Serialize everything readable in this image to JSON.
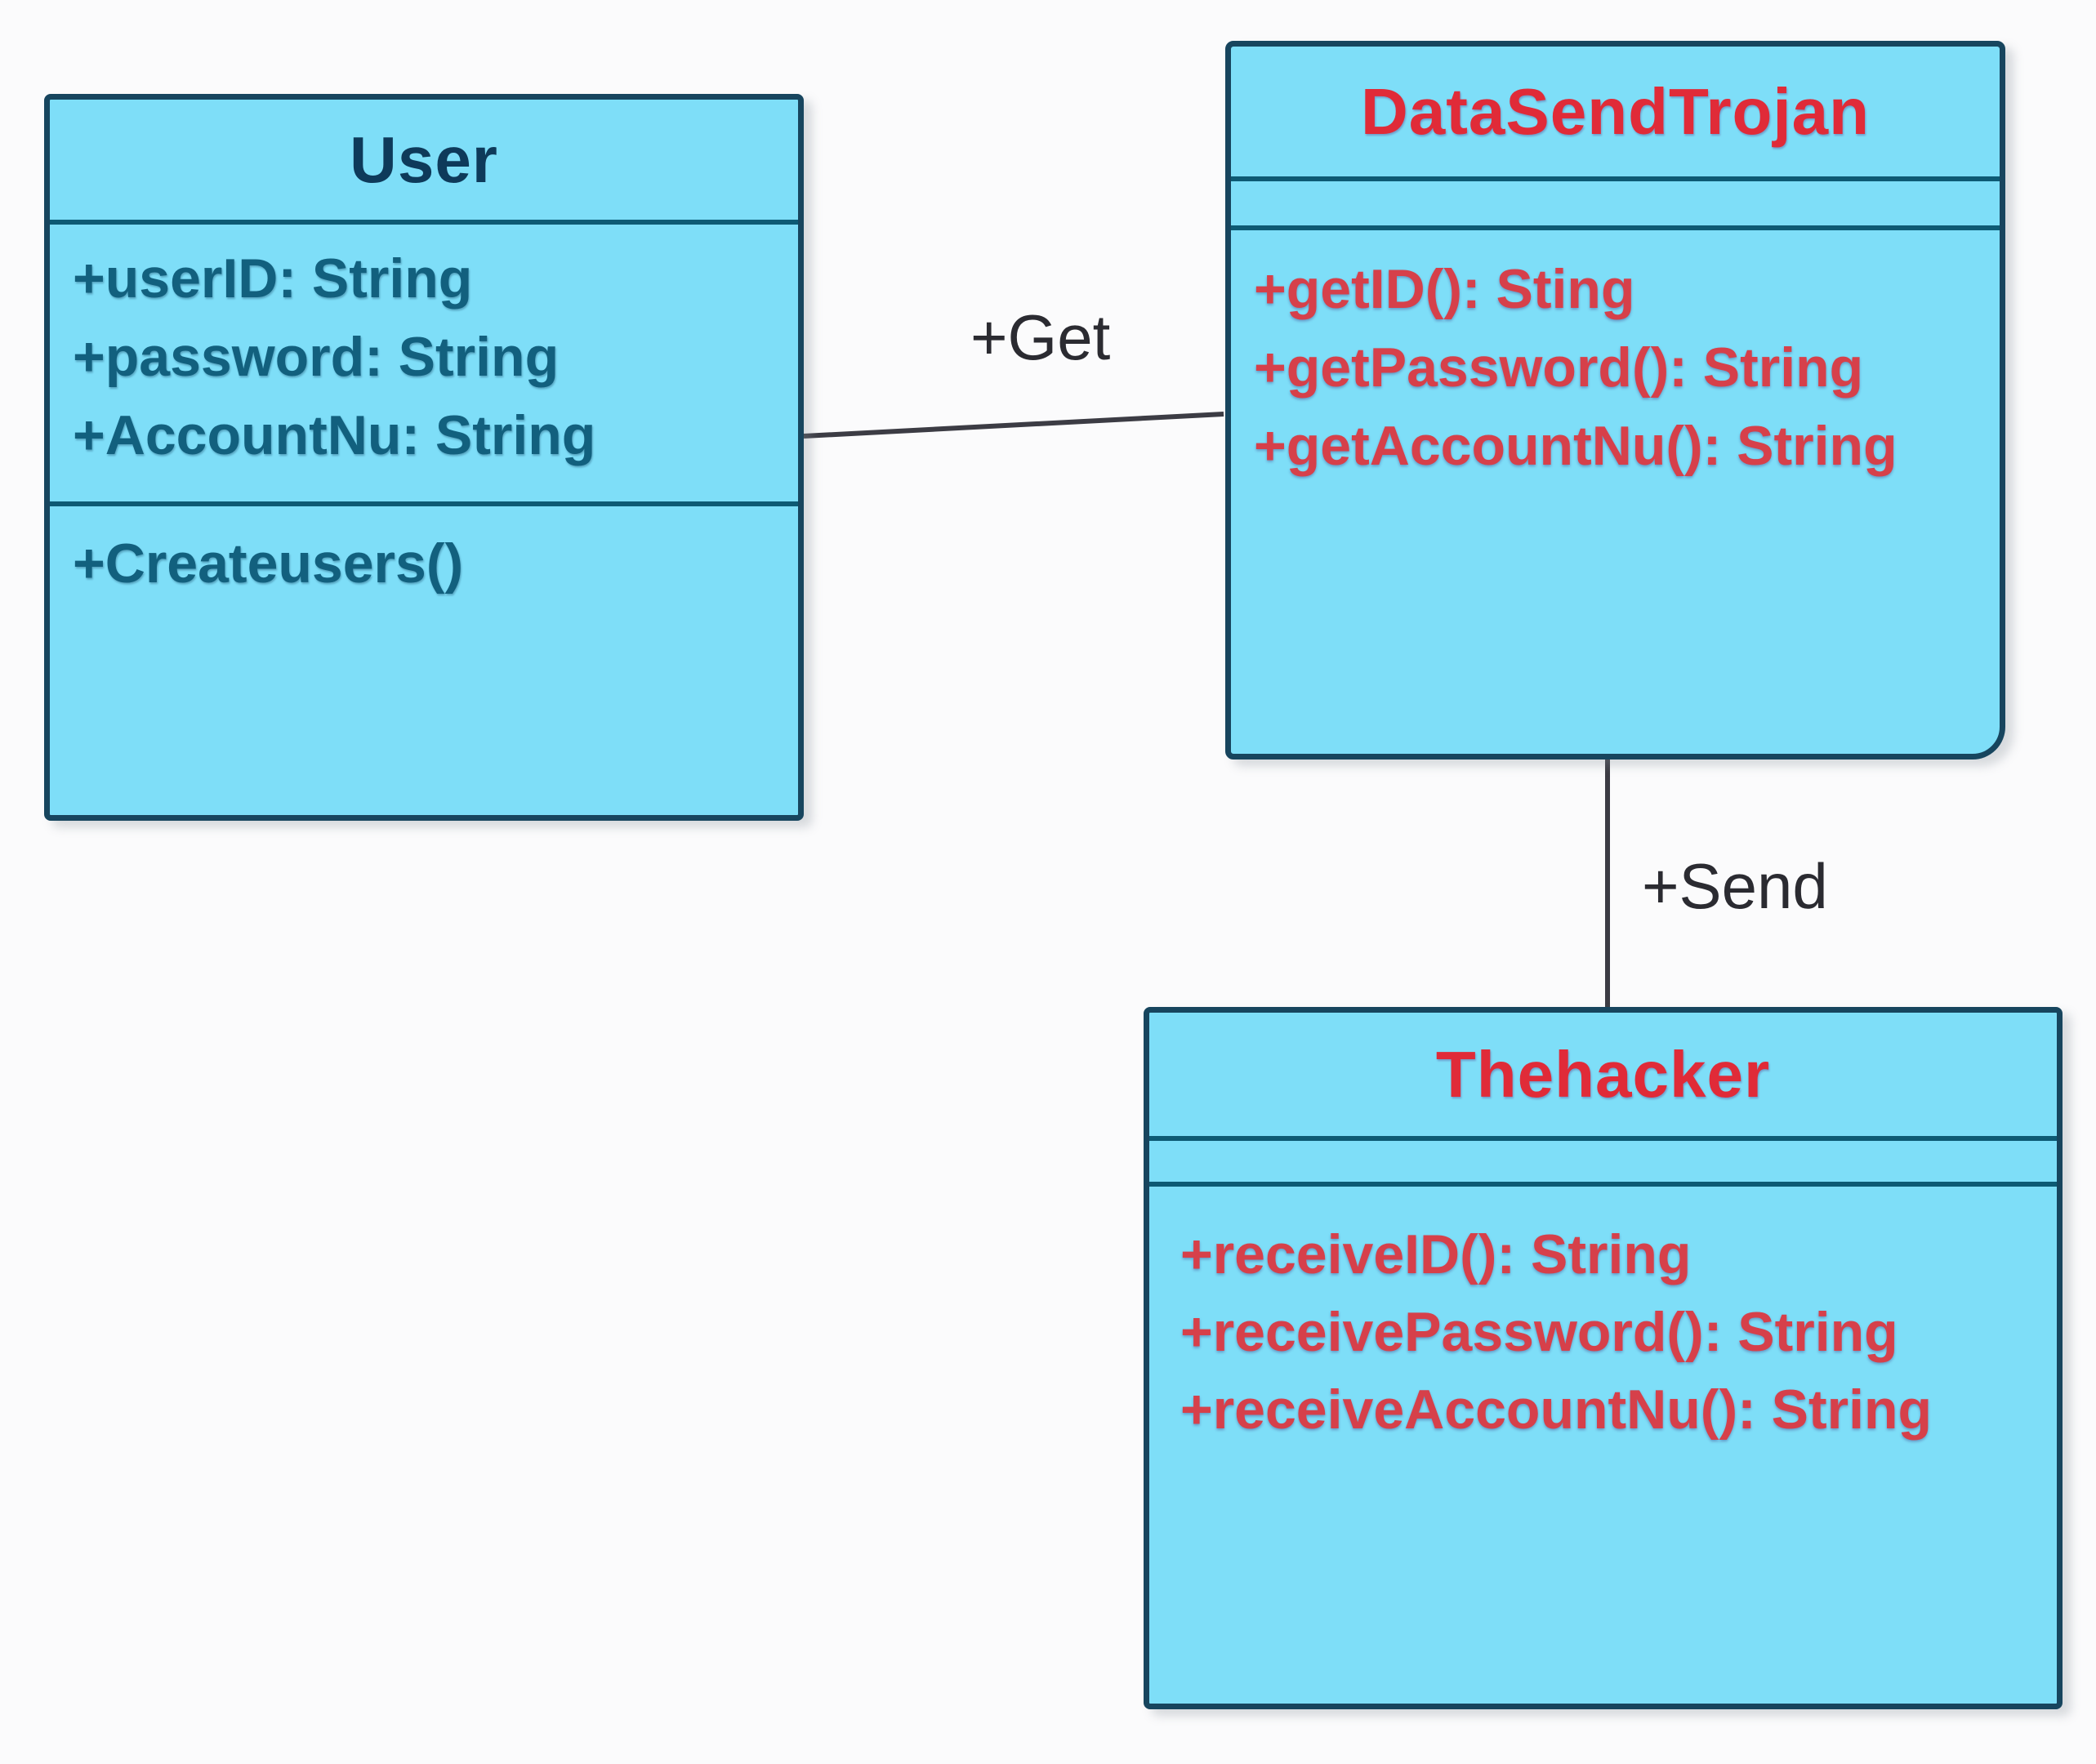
{
  "diagram_type": "uml-class-diagram",
  "colors": {
    "bg": "#fbfbfc",
    "box_fill": "#7edef8",
    "box_border": "#17455e",
    "divider": "#0d5a74",
    "navy_title": "#0e3a5a",
    "navy_text": "#12607e",
    "red_title": "#e02b38",
    "red_text": "#d6404a",
    "connector": "#3c3c44",
    "label_text": "#2b2b31"
  },
  "classes": [
    {
      "name": "User",
      "attributes": [
        "+userID: String",
        "+password: String",
        "+AccountNu: String"
      ],
      "methods": [
        "+Createusers()"
      ]
    },
    {
      "name": "DataSendTrojan",
      "attributes": [],
      "methods": [
        "+getID(): Sting",
        "+getPassword(): String",
        "+getAccountNu(): String"
      ]
    },
    {
      "name": "Thehacker",
      "attributes": [],
      "methods": [
        "+receiveID(): String",
        "+receivePassword(): String",
        "+receiveAccountNu(): String"
      ]
    }
  ],
  "connectors": [
    {
      "label": "+Get",
      "from": "User",
      "to": "DataSendTrojan"
    },
    {
      "label": "+Send",
      "from": "DataSendTrojan",
      "to": "Thehacker"
    }
  ]
}
